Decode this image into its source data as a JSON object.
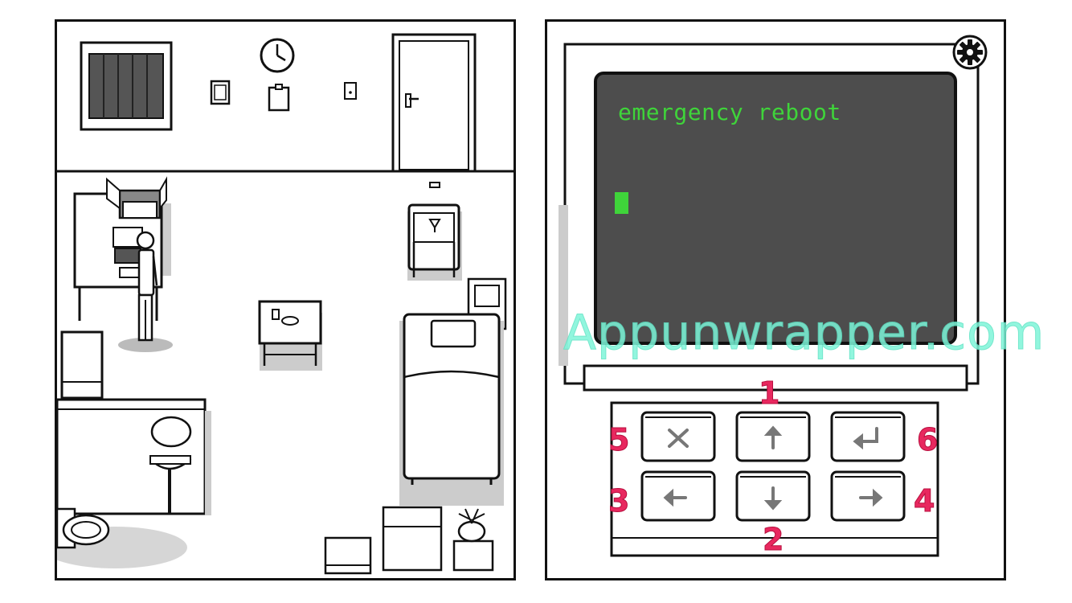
{
  "terminal": {
    "screen_text": "emergency reboot"
  },
  "watermark": "Appunwrapper.com",
  "keypad": {
    "keys": [
      {
        "symbol": "×",
        "icon": "cancel-icon"
      },
      {
        "symbol": "↑",
        "icon": "arrow-up-icon"
      },
      {
        "symbol": "↵",
        "icon": "enter-icon"
      },
      {
        "symbol": "←",
        "icon": "arrow-left-icon"
      },
      {
        "symbol": "↓",
        "icon": "arrow-down-icon"
      },
      {
        "symbol": "→",
        "icon": "arrow-right-icon"
      }
    ],
    "labels": {
      "up": "1",
      "down": "2",
      "left": "3",
      "right": "4",
      "cancel": "5",
      "enter": "6"
    }
  },
  "icons": {
    "settings": "gear-icon"
  },
  "colors": {
    "screen_text": "#3fd43a",
    "screen_bg": "#4d4d4d",
    "watermark": "#7ef5d9",
    "key_numbers": "#e8285f"
  }
}
